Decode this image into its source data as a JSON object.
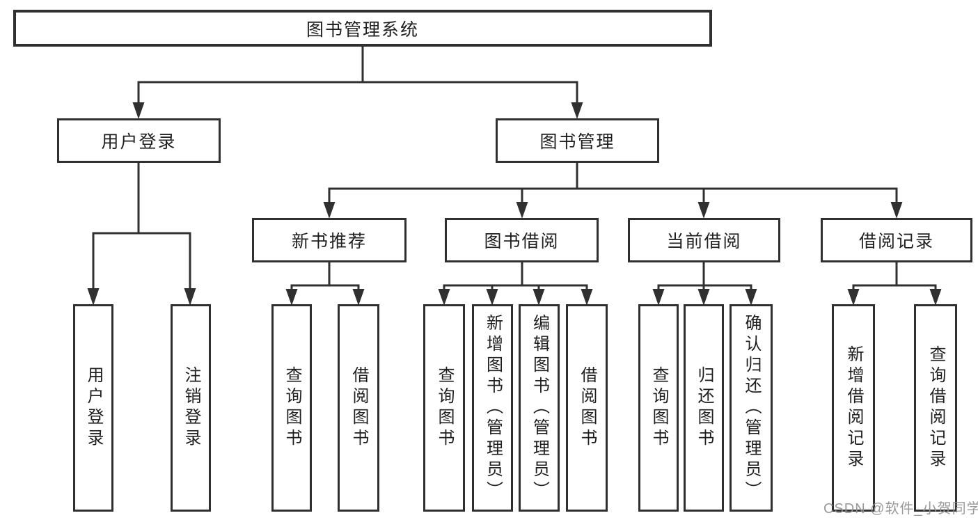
{
  "tree": {
    "root": {
      "label": "图书管理系统",
      "children": [
        {
          "label": "用户登录",
          "children": [
            {
              "label": "用户登录"
            },
            {
              "label": "注销登录"
            }
          ]
        },
        {
          "label": "图书管理",
          "children": [
            {
              "label": "新书推荐",
              "children": [
                {
                  "label": "查询图书"
                },
                {
                  "label": "借阅图书"
                }
              ]
            },
            {
              "label": "图书借阅",
              "children": [
                {
                  "label": "查询图书"
                },
                {
                  "label": "新增图书（管理员）"
                },
                {
                  "label": "编辑图书（管理员）"
                },
                {
                  "label": "借阅图书"
                }
              ]
            },
            {
              "label": "当前借阅",
              "children": [
                {
                  "label": "查询图书"
                },
                {
                  "label": "归还图书"
                },
                {
                  "label": "确认归还（管理员）"
                }
              ]
            },
            {
              "label": "借阅记录",
              "children": [
                {
                  "label": "新增借阅记录"
                },
                {
                  "label": "查询借阅记录"
                }
              ]
            }
          ]
        }
      ]
    }
  },
  "watermark": {
    "text": "CSDN @软件_小贺同学"
  },
  "colors": {
    "line": "#303030",
    "text": "#1f1f1f",
    "background": "#ffffff",
    "watermark": "#919191"
  }
}
